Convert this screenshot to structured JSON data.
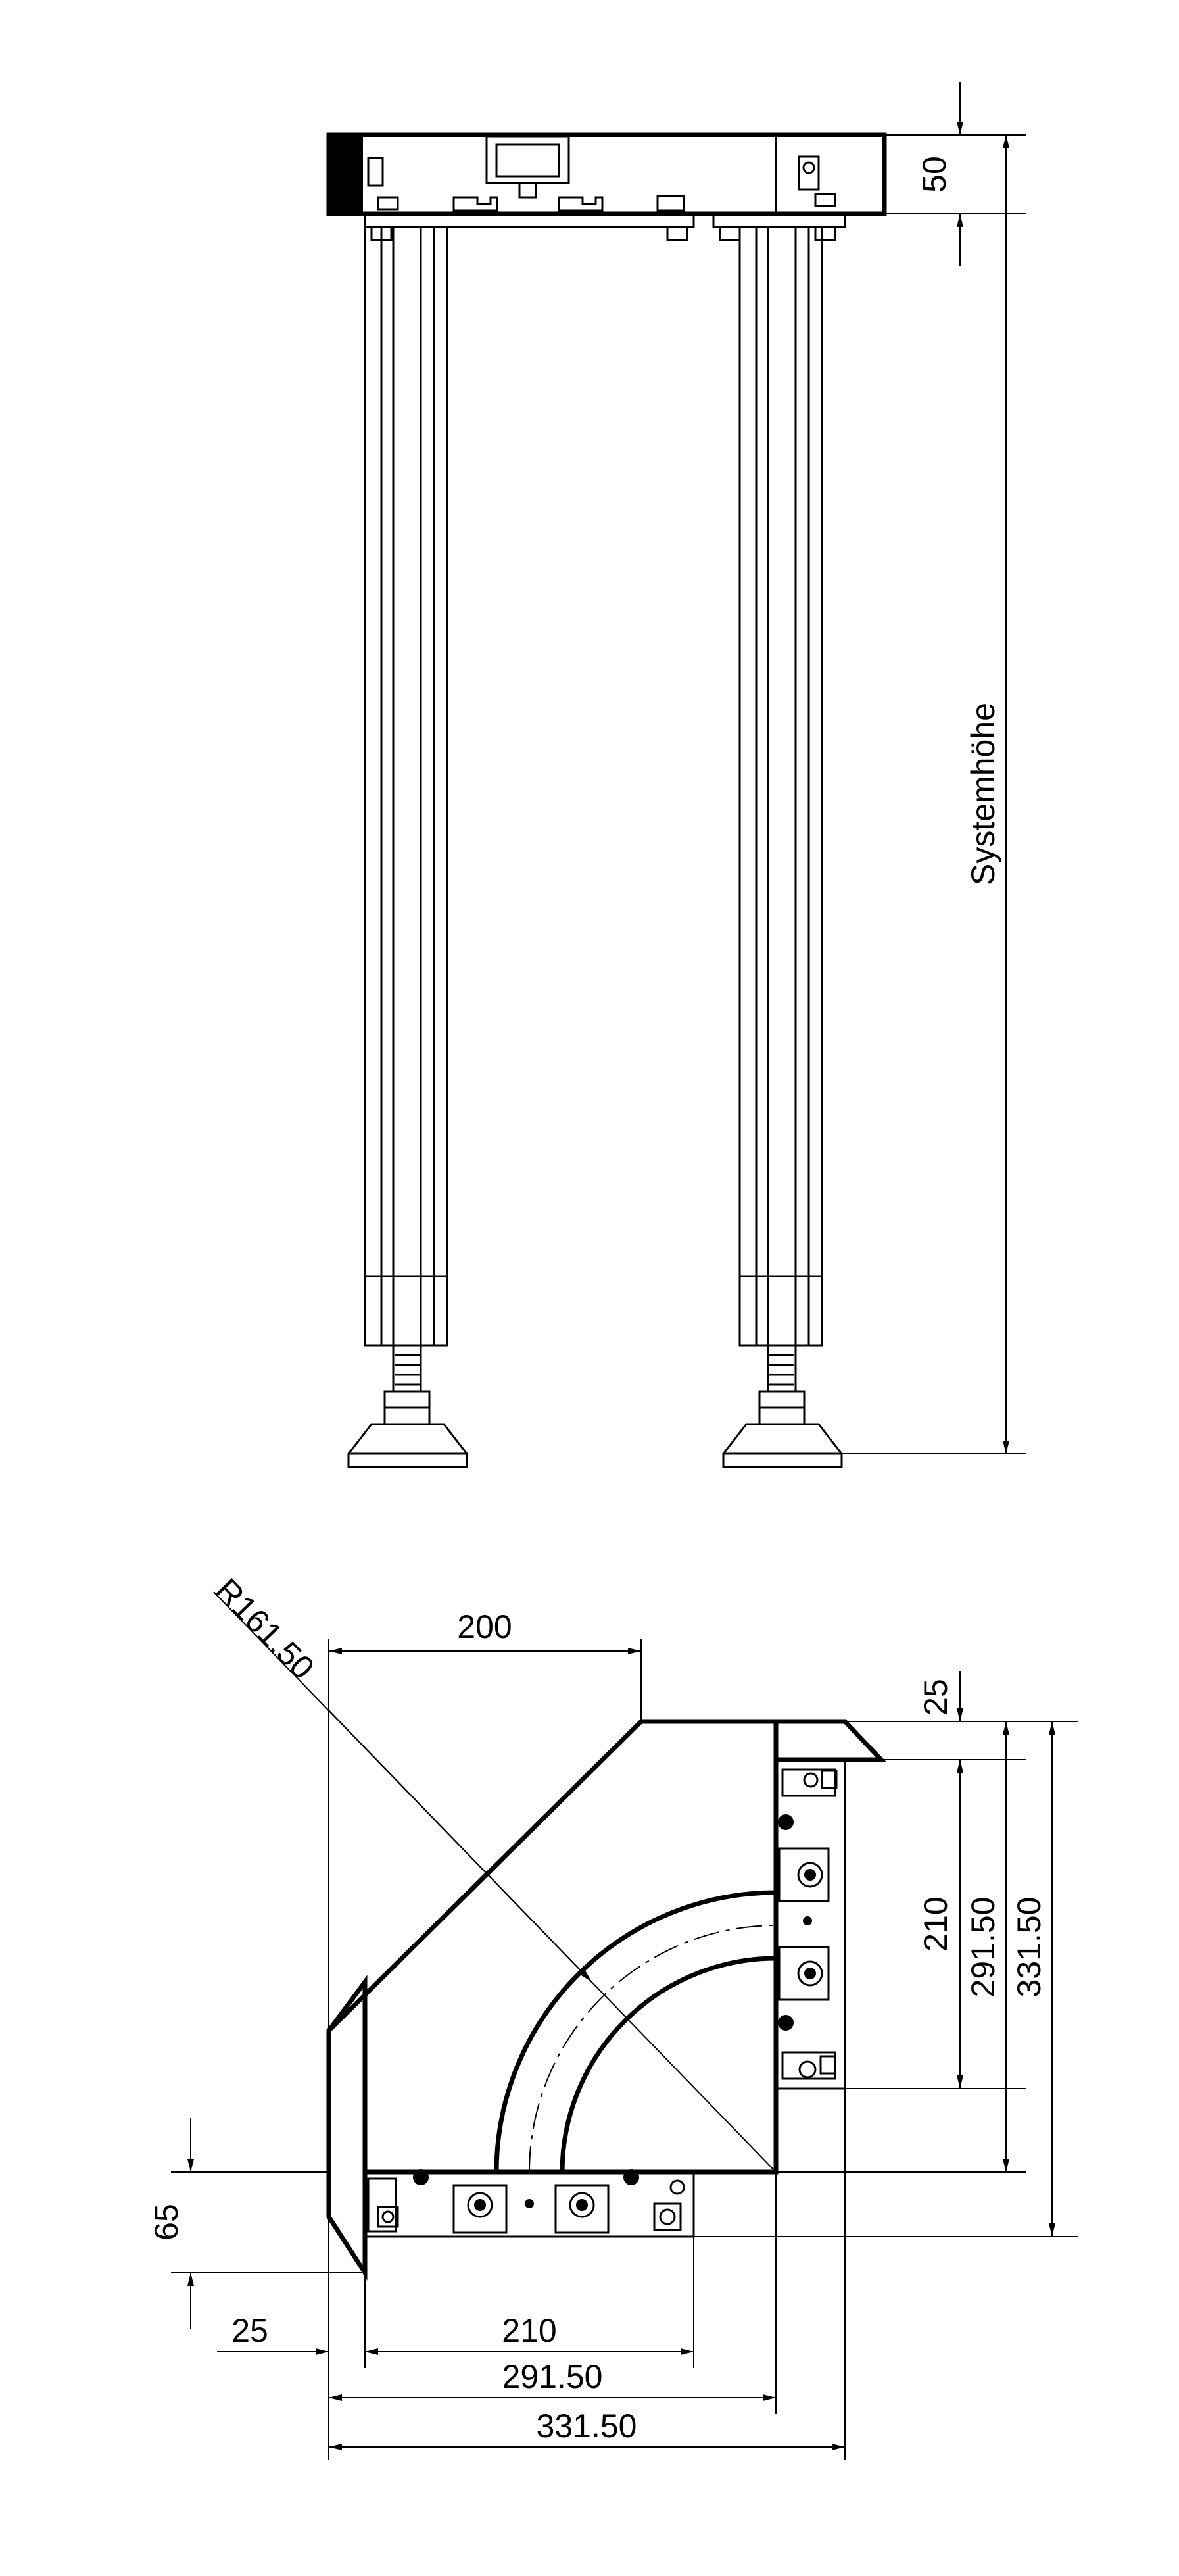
{
  "front_view": {
    "dim_top": "50",
    "dim_height": "Systemhöhe"
  },
  "plan_view": {
    "radius": "R161.50",
    "dim_top_width": "200",
    "dim_right_offset": "25",
    "dim_right_inner": "210",
    "dim_right_mid": "291.50",
    "dim_right_outer": "331.50",
    "dim_left_height": "65",
    "dim_bottom_offset": "25",
    "dim_bottom_inner": "210",
    "dim_bottom_mid": "291.50",
    "dim_bottom_outer": "331.50"
  }
}
